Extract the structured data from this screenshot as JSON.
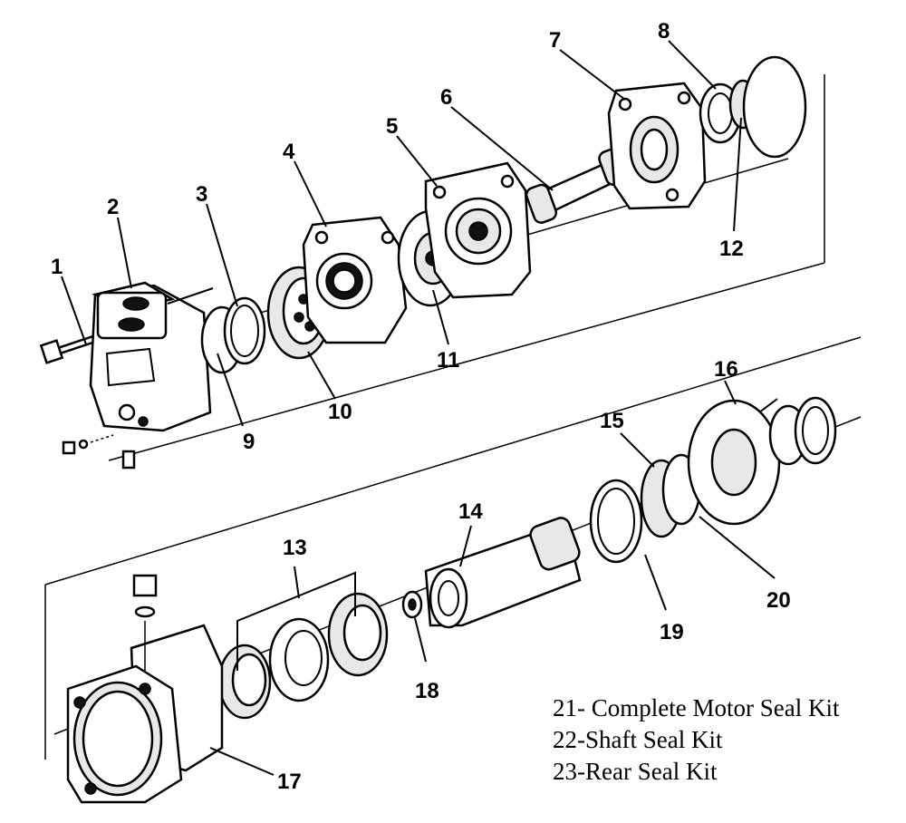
{
  "callouts": [
    "1",
    "2",
    "3",
    "4",
    "5",
    "6",
    "7",
    "8",
    "9",
    "10",
    "11",
    "12",
    "13",
    "14",
    "15",
    "16",
    "17",
    "18",
    "19",
    "20"
  ],
  "kits": [
    "21- Complete Motor Seal Kit",
    "22-Shaft Seal Kit",
    "23-Rear Seal Kit"
  ]
}
